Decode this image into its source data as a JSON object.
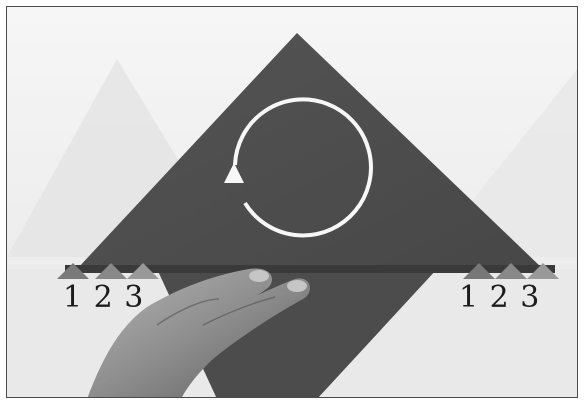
{
  "photo": {
    "left_labels": [
      "1",
      "2",
      "3"
    ],
    "right_labels": [
      "1",
      "2",
      "3"
    ],
    "colors": {
      "paper": "#4f4f4f",
      "paper_shadow": "#3f3f3f",
      "background": "#f3f3f3",
      "arrow_circle": "#f7f7f7",
      "hand": "#8a8a8a"
    },
    "icons": [
      "rotation-arrow-icon"
    ]
  }
}
